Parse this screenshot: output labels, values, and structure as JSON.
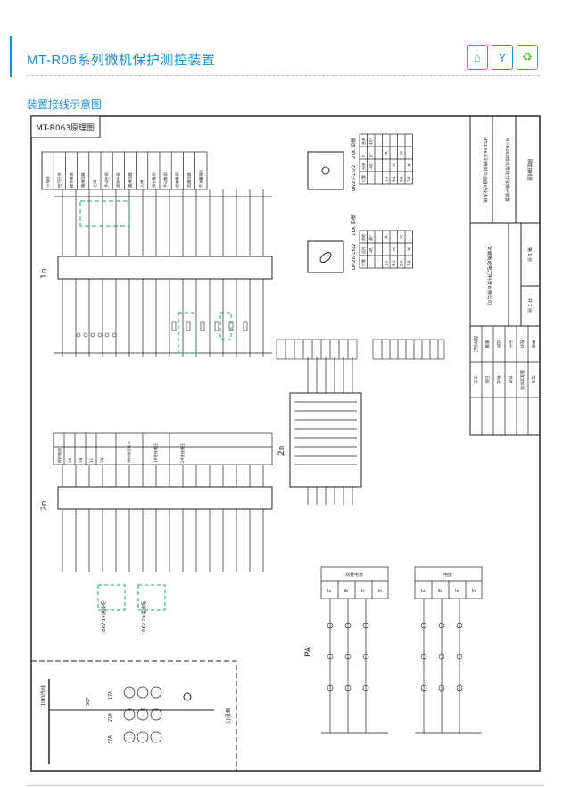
{
  "header": {
    "title": "MT-R06系列微机保护测控装置",
    "subtitle": "装置接线示意图",
    "icons": [
      "tower-icon",
      "wind-turbine-icon",
      "recycle-energy-icon"
    ]
  },
  "diagram": {
    "title": "MT-R063原理图",
    "device_1n": "1n",
    "device_2n": "2n",
    "ammeter": "PA",
    "busbar": "10KV母线",
    "breaker": "3QF",
    "section_cabinet": "分段柜",
    "top_table": [
      "小母线",
      "空气开关",
      "操作电源",
      "跳闸回路",
      "合闸",
      "手动合闸",
      "遥控合闸",
      "跳闸回路",
      "入闸",
      "保护跳闸",
      "手动跳闸",
      "遥控跳闸",
      "防跳回路",
      "开关量输入"
    ],
    "current_table": [
      "保护电流",
      "1A",
      "1B",
      "1C",
      "1N"
    ],
    "voltage_table": [
      "母线电压输入",
      "1#进线电压",
      "2#进线电压"
    ],
    "incoming": [
      "10KV 1#进线柜",
      "10KV 2#进线柜"
    ],
    "ct_labels": [
      "17A",
      "27A",
      "37A"
    ],
    "measure_table": {
      "title": "测量电流",
      "cols": [
        "Ia",
        "Ib",
        "Ic",
        "In"
      ]
    },
    "power_table": {
      "title": "电度",
      "cols": [
        "Ia",
        "Ib",
        "Ic",
        "In"
      ]
    }
  },
  "switch_1kk": {
    "title": "1KK 面板",
    "model": "LW26-16/2",
    "header": [
      "位置",
      "远控",
      "就地"
    ],
    "angles": [
      "-45°",
      "45°"
    ],
    "rows": [
      "1-2",
      "3-4",
      "5-6",
      "7-8"
    ]
  },
  "switch_2kk": {
    "title": "2KK 面板",
    "model": "LW26-16/2",
    "header": [
      "位置",
      "分闸",
      "0",
      "合闸"
    ],
    "angles": [
      "-45°",
      "0°",
      "45°"
    ],
    "rows": [
      "1-2",
      "3-4",
      "5-6",
      "7-8"
    ]
  },
  "title_block": {
    "system": "MT-R06系列微机综合自动化系统",
    "drawing": "MT-R063微机母线分段保护装置",
    "type": "原理接线图",
    "company": "安徽奥越电力科技有限公司",
    "total_sheets": "共 2 张",
    "sheet": "第 1 张",
    "labels": [
      "图样标记",
      "重量",
      "比例",
      "设计",
      "校对",
      "审核",
      "工艺",
      "日期",
      "标记",
      "处数",
      "更改文件号",
      "签名"
    ]
  }
}
